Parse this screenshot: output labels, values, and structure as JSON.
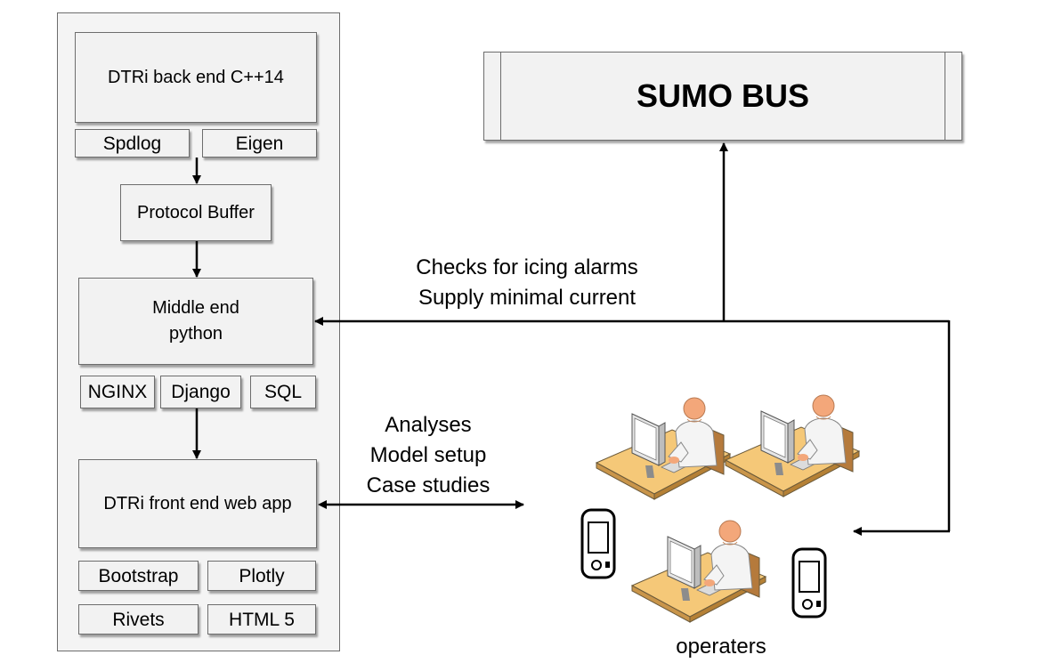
{
  "backend": {
    "title": "DTRi back end  C++14",
    "libs": [
      "Spdlog",
      "Eigen"
    ]
  },
  "protocol": {
    "title": "Protocol Buffer"
  },
  "middle": {
    "title": "Middle end\npython",
    "libs": [
      "NGINX",
      "Django",
      "SQL"
    ]
  },
  "frontend": {
    "title": "DTRi front end  web app",
    "libs": [
      "Bootstrap",
      "Plotly",
      "Rivets",
      "HTML 5"
    ]
  },
  "sumo": {
    "title": "SUMO BUS"
  },
  "annotations": {
    "checks": [
      "Checks for icing alarms",
      "Supply minimal current"
    ],
    "analyses": [
      "Analyses",
      "Model setup",
      "Case studies"
    ]
  },
  "operators": {
    "label": "operaters"
  },
  "colors": {
    "box_fill": "#f2f2f2",
    "panel_fill": "#f4f4f4",
    "border": "#6d6d6d",
    "skin": "#f3a77a",
    "desk": "#f5c878"
  }
}
